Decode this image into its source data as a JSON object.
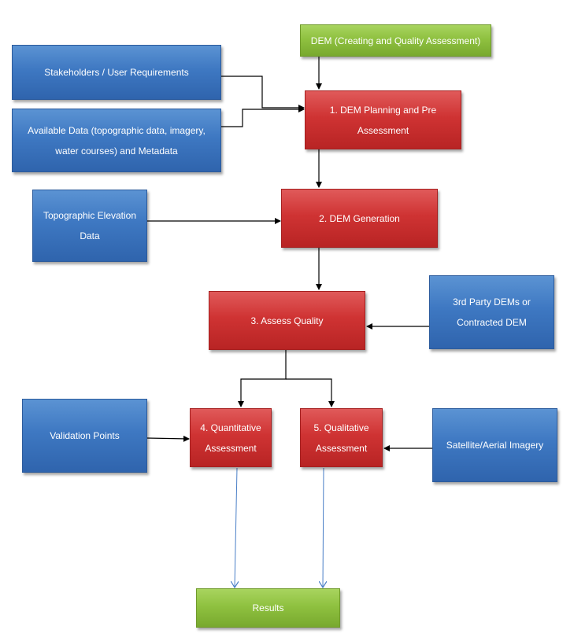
{
  "nodes": {
    "dem_header": "DEM (Creating and Quality Assessment)",
    "stakeholders": "Stakeholders / User Requirements",
    "available_data": "Available Data (topographic data, imagery, water courses) and Metadata",
    "planning": "1. DEM Planning and Pre Assessment",
    "topo_elevation": "Topographic Elevation Data",
    "generation": "2. DEM Generation",
    "third_party": "3rd Party DEMs or Contracted DEM",
    "assess_quality": "3. Assess Quality",
    "validation_points": "Validation Points",
    "quantitative": "4. Quantitative Assessment",
    "qualitative": "5. Qualitative Assessment",
    "satellite": "Satellite/Aerial Imagery",
    "results": "Results"
  },
  "colors": {
    "input_box": "#3e78c2",
    "process_box": "#cf3333",
    "terminal_box": "#8fc140",
    "connector": "#000000",
    "result_arrow": "#4a7fc7"
  }
}
